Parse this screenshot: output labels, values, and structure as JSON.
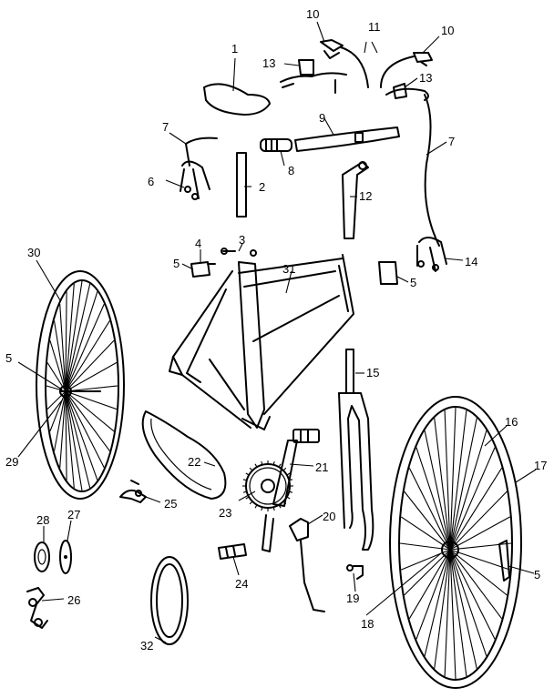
{
  "labels": {
    "l1": "1",
    "l2": "2",
    "l3": "3",
    "l4": "4",
    "l5a": "5",
    "l5b": "5",
    "l5c": "5",
    "l5d": "5",
    "l6": "6",
    "l7a": "7",
    "l7b": "7",
    "l8": "8",
    "l9": "9",
    "l10a": "10",
    "l10b": "10",
    "l11": "11",
    "l12": "12",
    "l13a": "13",
    "l13b": "13",
    "l14": "14",
    "l15": "15",
    "l16": "16",
    "l17": "17",
    "l18": "18",
    "l19": "19",
    "l20": "20",
    "l21": "21",
    "l22": "22",
    "l23": "23",
    "l24": "24",
    "l25": "25",
    "l26": "26",
    "l27": "27",
    "l28": "28",
    "l29": "29",
    "l30": "30",
    "l31": "31",
    "l32": "32"
  }
}
